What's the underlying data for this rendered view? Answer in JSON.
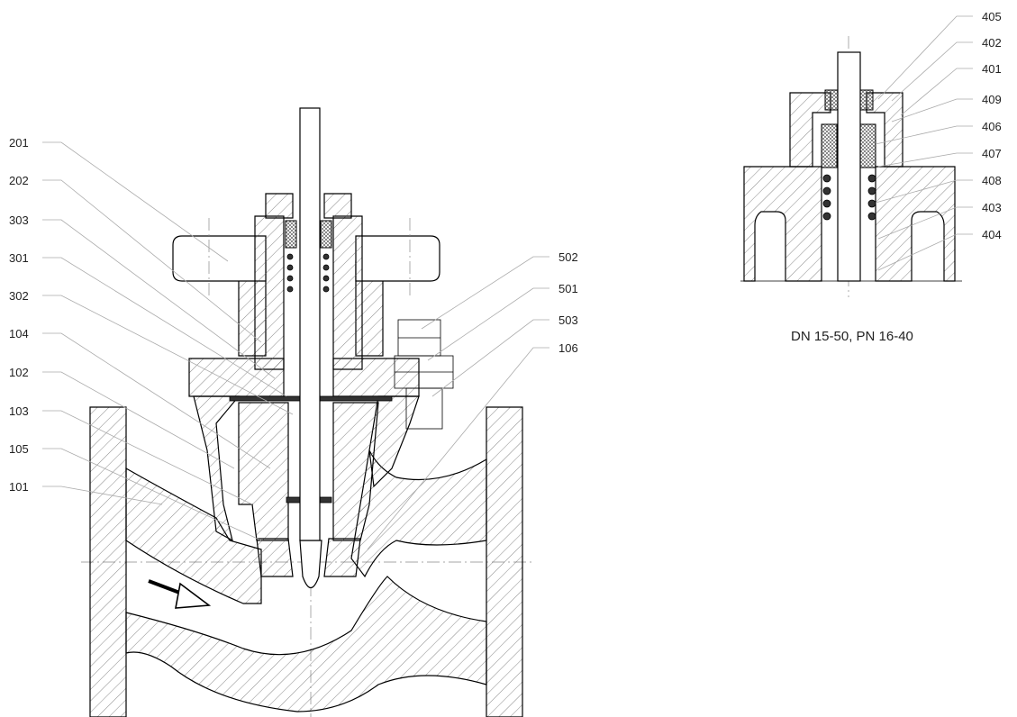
{
  "main_view": {
    "left_labels": [
      "201",
      "202",
      "303",
      "301",
      "302",
      "104",
      "102",
      "103",
      "105",
      "101"
    ],
    "right_labels": [
      "502",
      "501",
      "503",
      "106"
    ]
  },
  "detail_view": {
    "labels": [
      "405",
      "402",
      "401",
      "409",
      "406",
      "407",
      "408",
      "403",
      "404"
    ],
    "caption": "DN 15-50, PN 16-40"
  }
}
